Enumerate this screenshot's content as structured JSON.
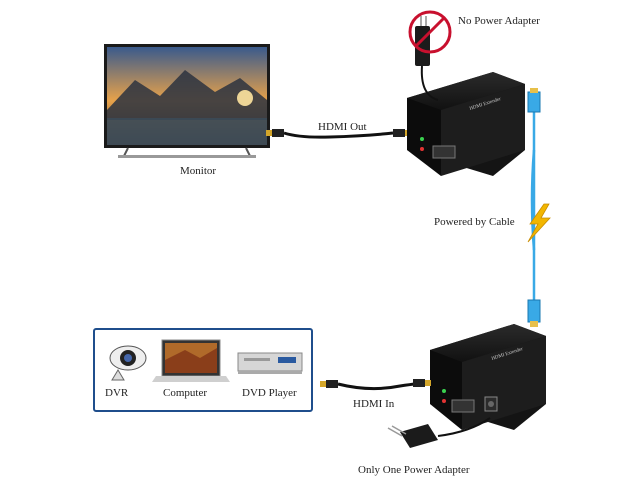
{
  "labels": {
    "no_power_adapter": "No Power Adapter",
    "hdmi_out": "HDMI Out",
    "monitor": "Monitor",
    "powered_by_cable": "Powered by Cable",
    "hdmi_in": "HDMI In",
    "only_one_power_adapter": "Only One Power Adapter"
  },
  "sources": [
    {
      "label": "DVR",
      "icon": "cctv-camera-icon"
    },
    {
      "label": "Computer",
      "icon": "laptop-icon"
    },
    {
      "label": "DVD Player",
      "icon": "dvd-player-icon"
    }
  ],
  "colors": {
    "box_border": "#1f4e8c",
    "ethernet_cable": "#39a9e6",
    "lightning": "#f2b600",
    "no_sign": "#c8102e"
  }
}
